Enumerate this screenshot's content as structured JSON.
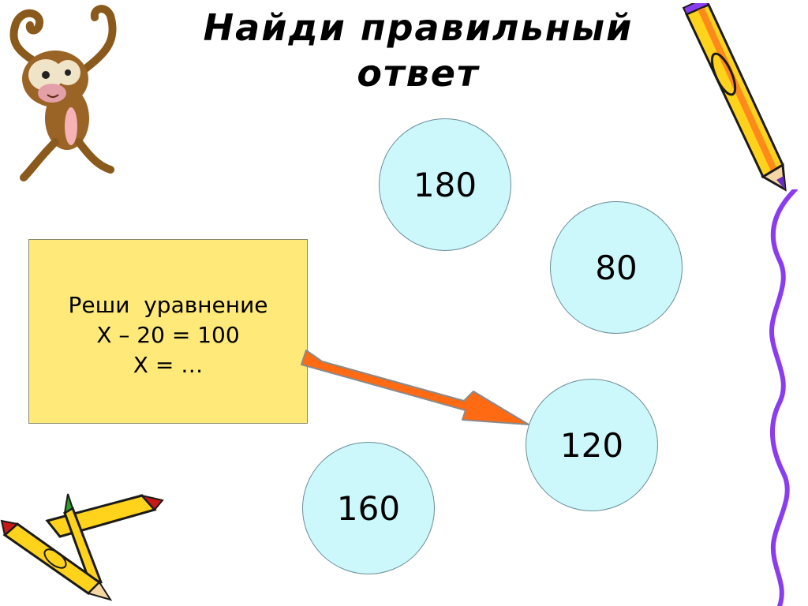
{
  "title": {
    "line1": "Найди  правильный",
    "line2": "ответ"
  },
  "task": {
    "line1": "Реши  уравнение",
    "line2": "Х – 20 = 100",
    "line3": "Х = …"
  },
  "answers": {
    "a180": "180",
    "a80": "80",
    "a120": "120",
    "a160": "160"
  },
  "colors": {
    "task_box": "#ffe979",
    "answer_circle": "#ccf7fb",
    "arrow": "#ff6a13",
    "wavy_line": "#8a3cf0"
  },
  "icons": {
    "top_left": "monkey-icon",
    "top_right": "pencil-icon",
    "bottom_left": "crayons-icon"
  }
}
